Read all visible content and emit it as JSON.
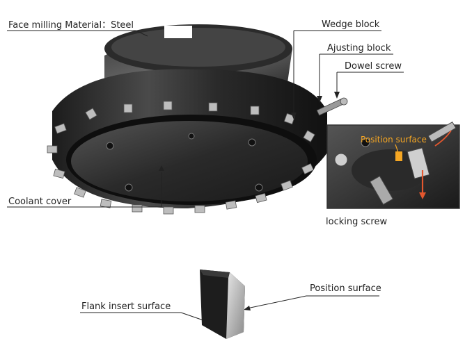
{
  "labels": {
    "face_milling": "Face milling Material：Steel",
    "wedge_block": "Wedge block",
    "adjusting_block": "Ajusting block",
    "dowel_screw": "Dowel screw",
    "position_surface_inset": "Position surface",
    "coolant_cover": "Coolant cover",
    "locking_screw": "locking screw",
    "position_surface": "Position surface",
    "flank_insert_surface": "Flank insert surface"
  },
  "colors": {
    "text": "#222222",
    "highlight": "#f5a623",
    "arrow_red": "#e4572e"
  }
}
